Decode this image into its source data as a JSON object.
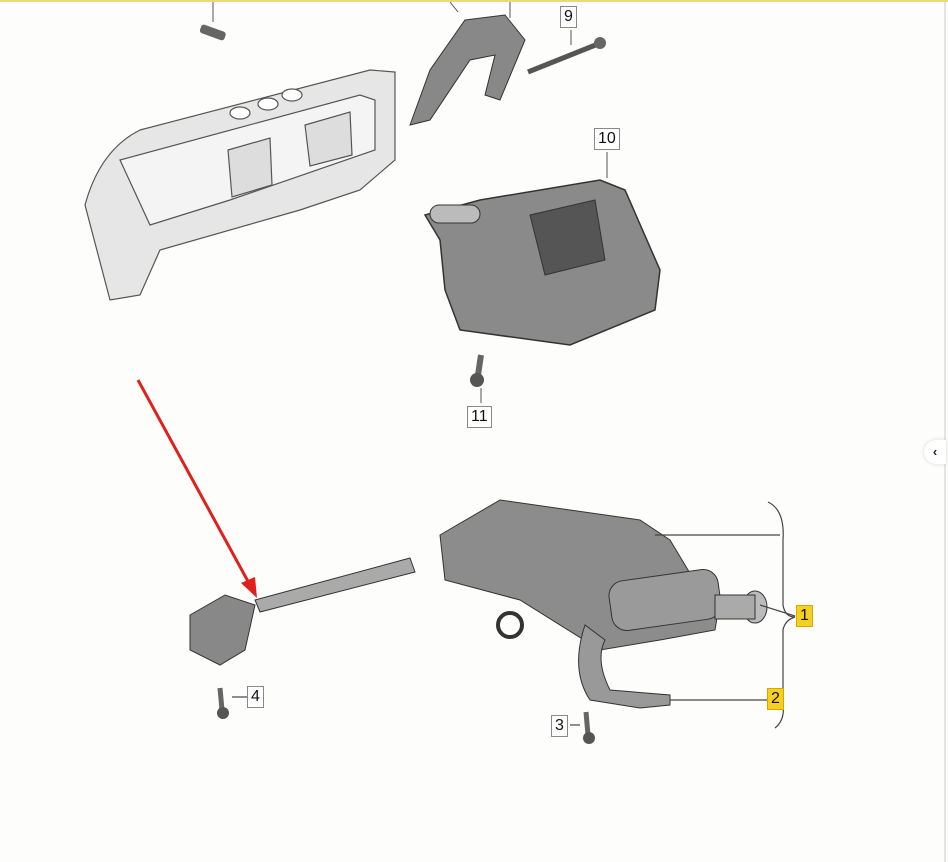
{
  "diagram": {
    "callouts": {
      "c9": "9",
      "c10": "10",
      "c11": "11",
      "c4": "4",
      "c3": "3",
      "c1": "1",
      "c2": "2"
    },
    "highlight_color": "#f5d020",
    "arrow_color": "#e0201a"
  },
  "ui": {
    "collapse_icon": "chevron-left-icon",
    "collapse_glyph": "‹"
  }
}
